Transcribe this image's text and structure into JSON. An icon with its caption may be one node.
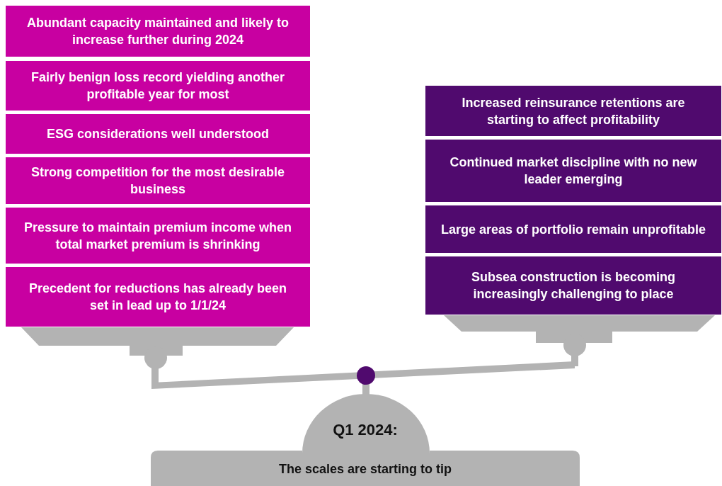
{
  "diagram": {
    "nodes": [
      {
        "text": [
          "Abundant capacity maintained and likely to increase further during 2024"
        ]
      },
      {
        "text": [
          "Fairly benign loss record yielding another profitable year for most"
        ]
      },
      {
        "text": [
          "ESG considerations well understood"
        ]
      },
      {
        "text": [
          "Strong competition for the most desirable business"
        ]
      },
      {
        "text": [
          "Pressure to maintain premium income when total market premium is shrinking"
        ]
      },
      {
        "text": [
          "Precedent for reductions has already been set in lead up to 1/1/24"
        ]
      },
      {
        "text": [
          "Increased reinsurance retentions are starting to affect profitability"
        ]
      },
      {
        "text": [
          "Continued market discipline with no new leader emerging"
        ]
      },
      {
        "text": [
          "Large areas of portfolio remain unprofitable"
        ]
      },
      {
        "text": [
          "Subsea construction is becoming increasingly challenging to place"
        ]
      },
      {
        "text": [
          "Q1 2024:",
          "The scales are starting to tip"
        ]
      }
    ]
  }
}
